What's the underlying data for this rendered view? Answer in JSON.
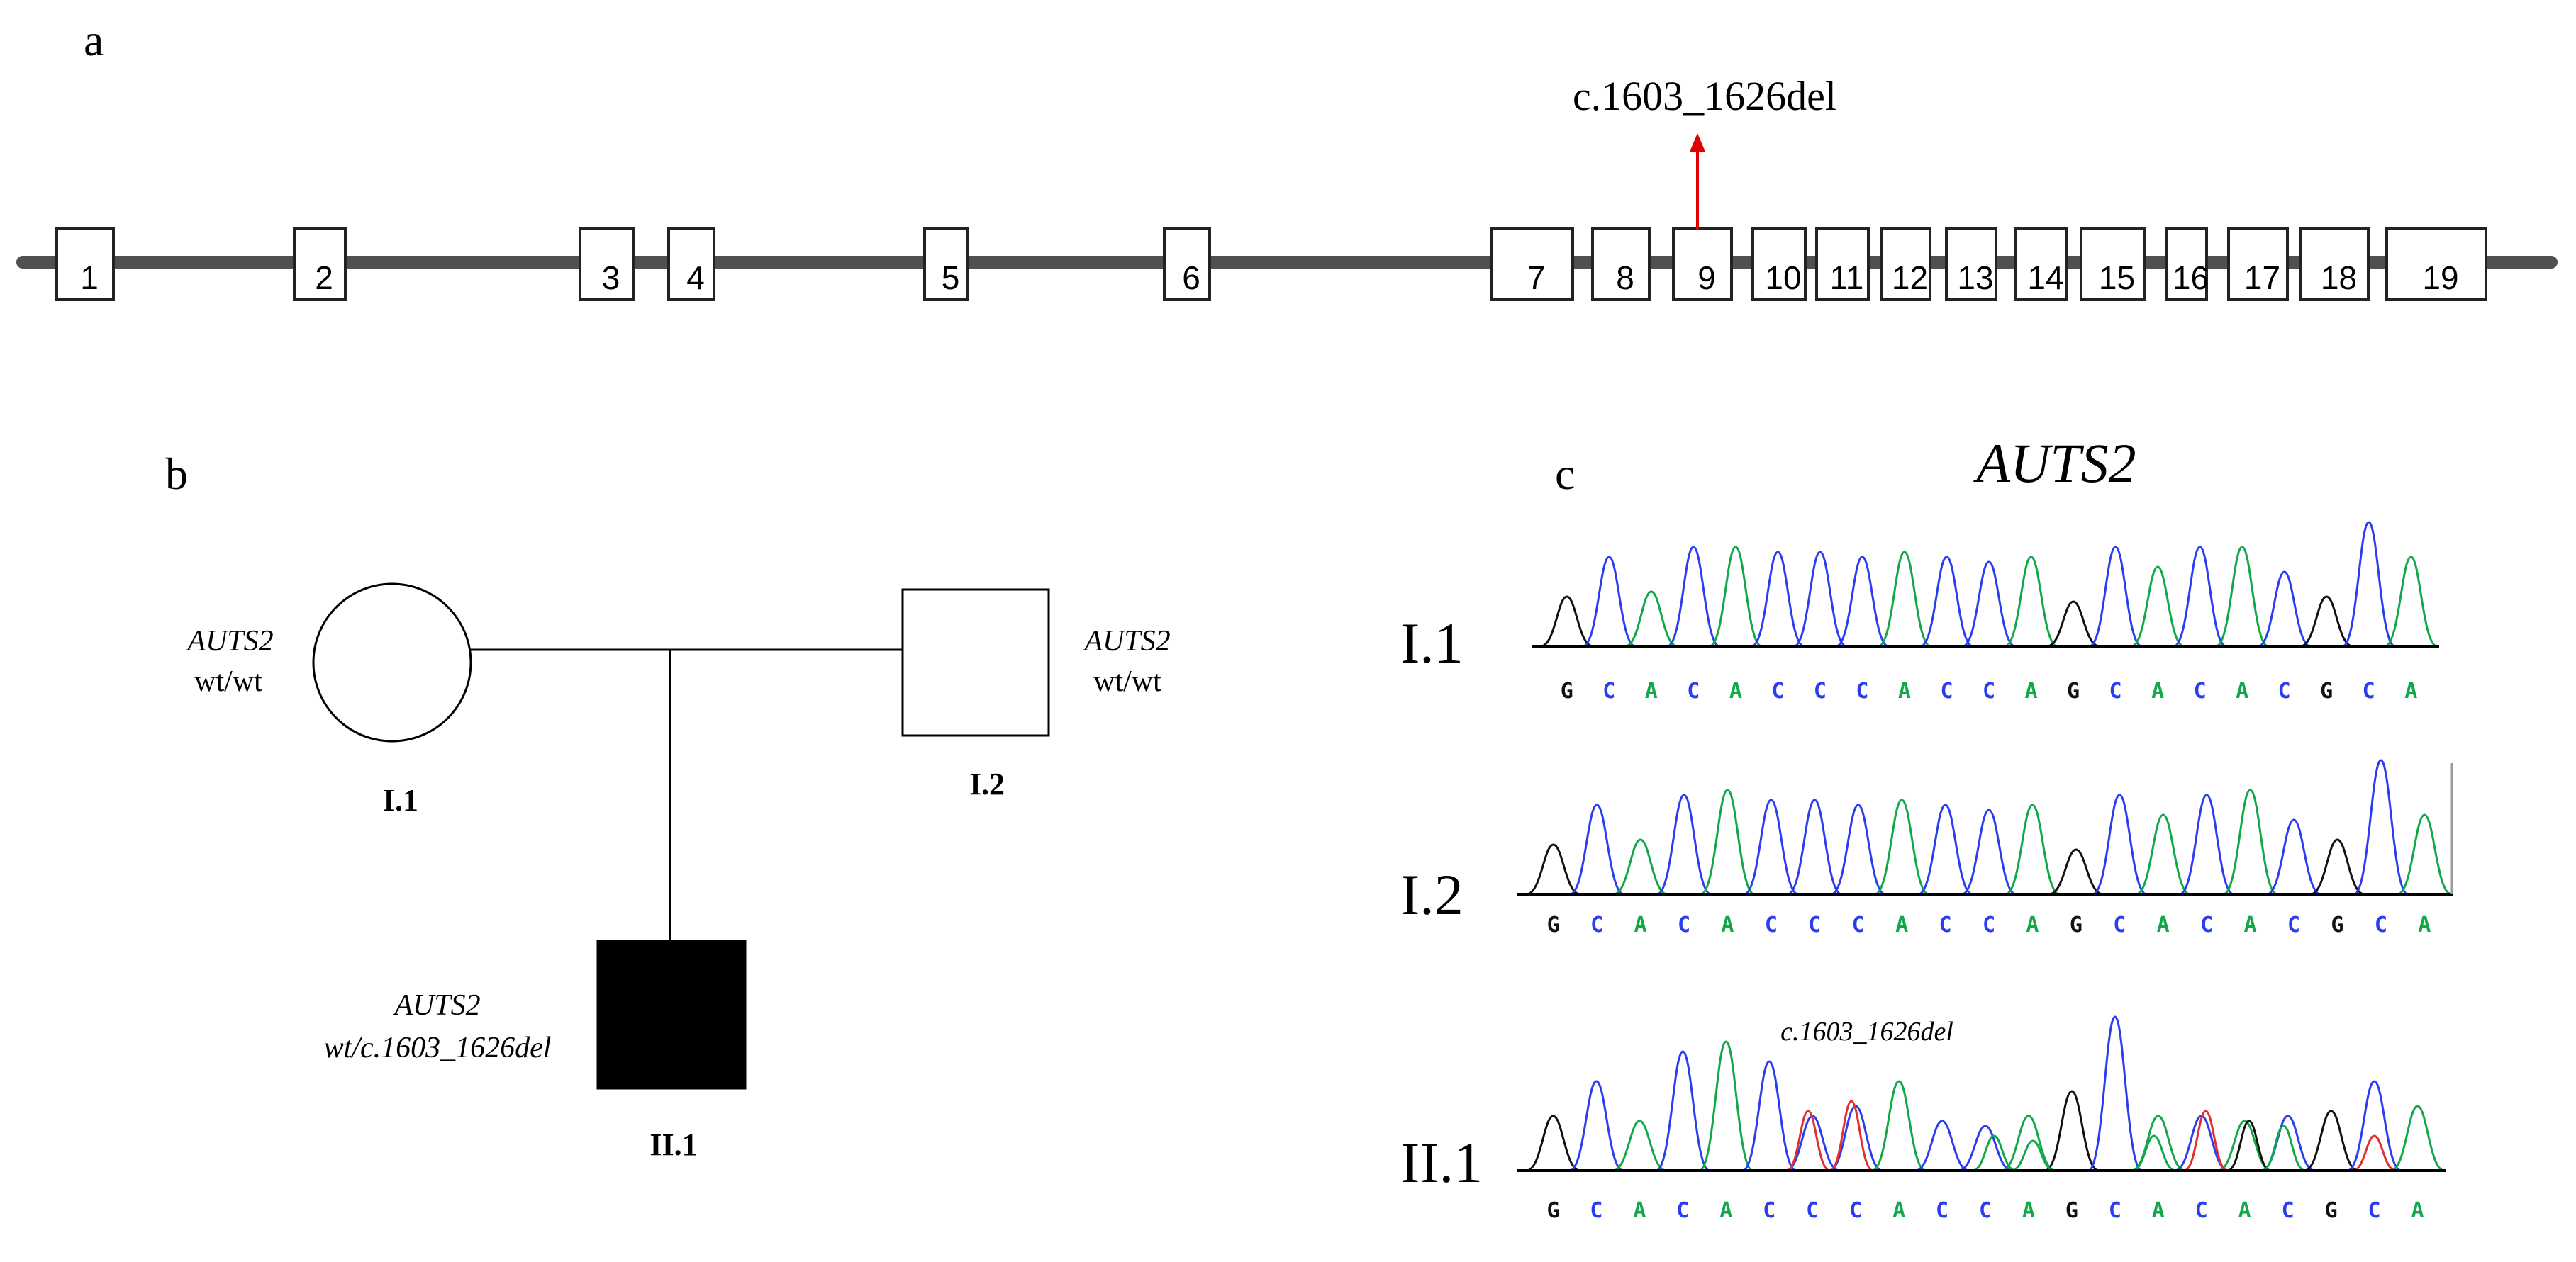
{
  "panels": {
    "a": {
      "label": "a",
      "exons": [
        "1",
        "2",
        "3",
        "4",
        "5",
        "6",
        "7",
        "8",
        "9",
        "10",
        "11",
        "12",
        "13",
        "14",
        "15",
        "16",
        "17",
        "18",
        "19"
      ],
      "variant_label": "c.1603_1626del",
      "variant_exon": "9",
      "colors": {
        "backbone": "#505050",
        "arrow": "#e00000"
      }
    },
    "b": {
      "label": "b",
      "individuals": [
        {
          "id": "I.1",
          "sex": "female",
          "affected": false,
          "gene": "AUTS2",
          "genotype": "wt/wt"
        },
        {
          "id": "I.2",
          "sex": "male",
          "affected": false,
          "gene": "AUTS2",
          "genotype": "wt/wt"
        },
        {
          "id": "II.1",
          "sex": "male",
          "affected": true,
          "gene": "AUTS2",
          "genotype": "wt/c.1603_1626del"
        }
      ]
    },
    "c": {
      "label": "c",
      "title": "AUTS2",
      "tracks": [
        {
          "id": "I.1",
          "sequence": [
            "G",
            "C",
            "A",
            "C",
            "A",
            "C",
            "C",
            "C",
            "A",
            "C",
            "C",
            "A",
            "G",
            "C",
            "A",
            "C",
            "A",
            "C",
            "G",
            "C",
            "A"
          ],
          "annotation": ""
        },
        {
          "id": "I.2",
          "sequence": [
            "G",
            "C",
            "A",
            "C",
            "A",
            "C",
            "C",
            "C",
            "A",
            "C",
            "C",
            "A",
            "G",
            "C",
            "A",
            "C",
            "A",
            "C",
            "G",
            "C",
            "A"
          ],
          "annotation": ""
        },
        {
          "id": "II.1",
          "sequence": [
            "G",
            "C",
            "A",
            "C",
            "A",
            "C",
            "C",
            "C",
            "A",
            "C",
            "C",
            "A",
            "G",
            "C",
            "A",
            "C",
            "A",
            "C",
            "G",
            "C",
            "A"
          ],
          "annotation": "c.1603_1626del"
        }
      ],
      "base_colors": {
        "A": "#12a84a",
        "C": "#2b3df0",
        "G": "#111111",
        "T": "#e03030"
      }
    }
  }
}
